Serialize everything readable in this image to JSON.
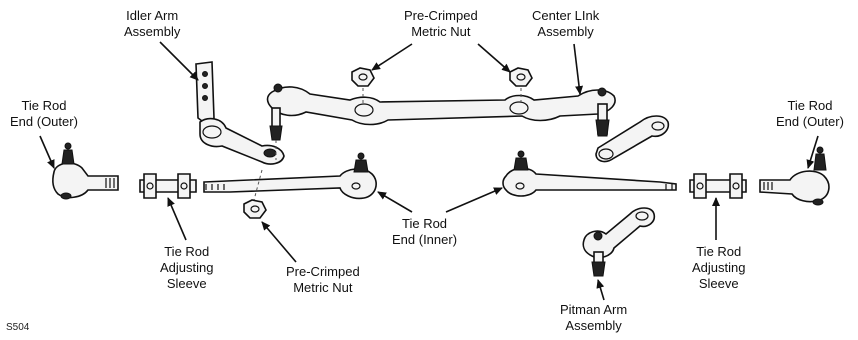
{
  "figure_code": "S504",
  "labels": {
    "idler_arm": [
      "Idler Arm",
      "Assembly"
    ],
    "nut_top": [
      "Pre-Crimped",
      "Metric Nut"
    ],
    "center_link": [
      "Center LInk",
      "Assembly"
    ],
    "tie_rod_outer_left": [
      "Tie Rod",
      "End (Outer)"
    ],
    "tie_rod_outer_right": [
      "Tie Rod",
      "End (Outer)"
    ],
    "sleeve_left": [
      "Tie Rod",
      "Adjusting",
      "Sleeve"
    ],
    "sleeve_right": [
      "Tie Rod",
      "Adjusting",
      "Sleeve"
    ],
    "nut_bottom": [
      "Pre-Crimped",
      "Metric Nut"
    ],
    "tie_rod_inner": [
      "Tie Rod",
      "End (Inner)"
    ],
    "pitman_arm": [
      "Pitman Arm",
      "Assembly"
    ]
  }
}
